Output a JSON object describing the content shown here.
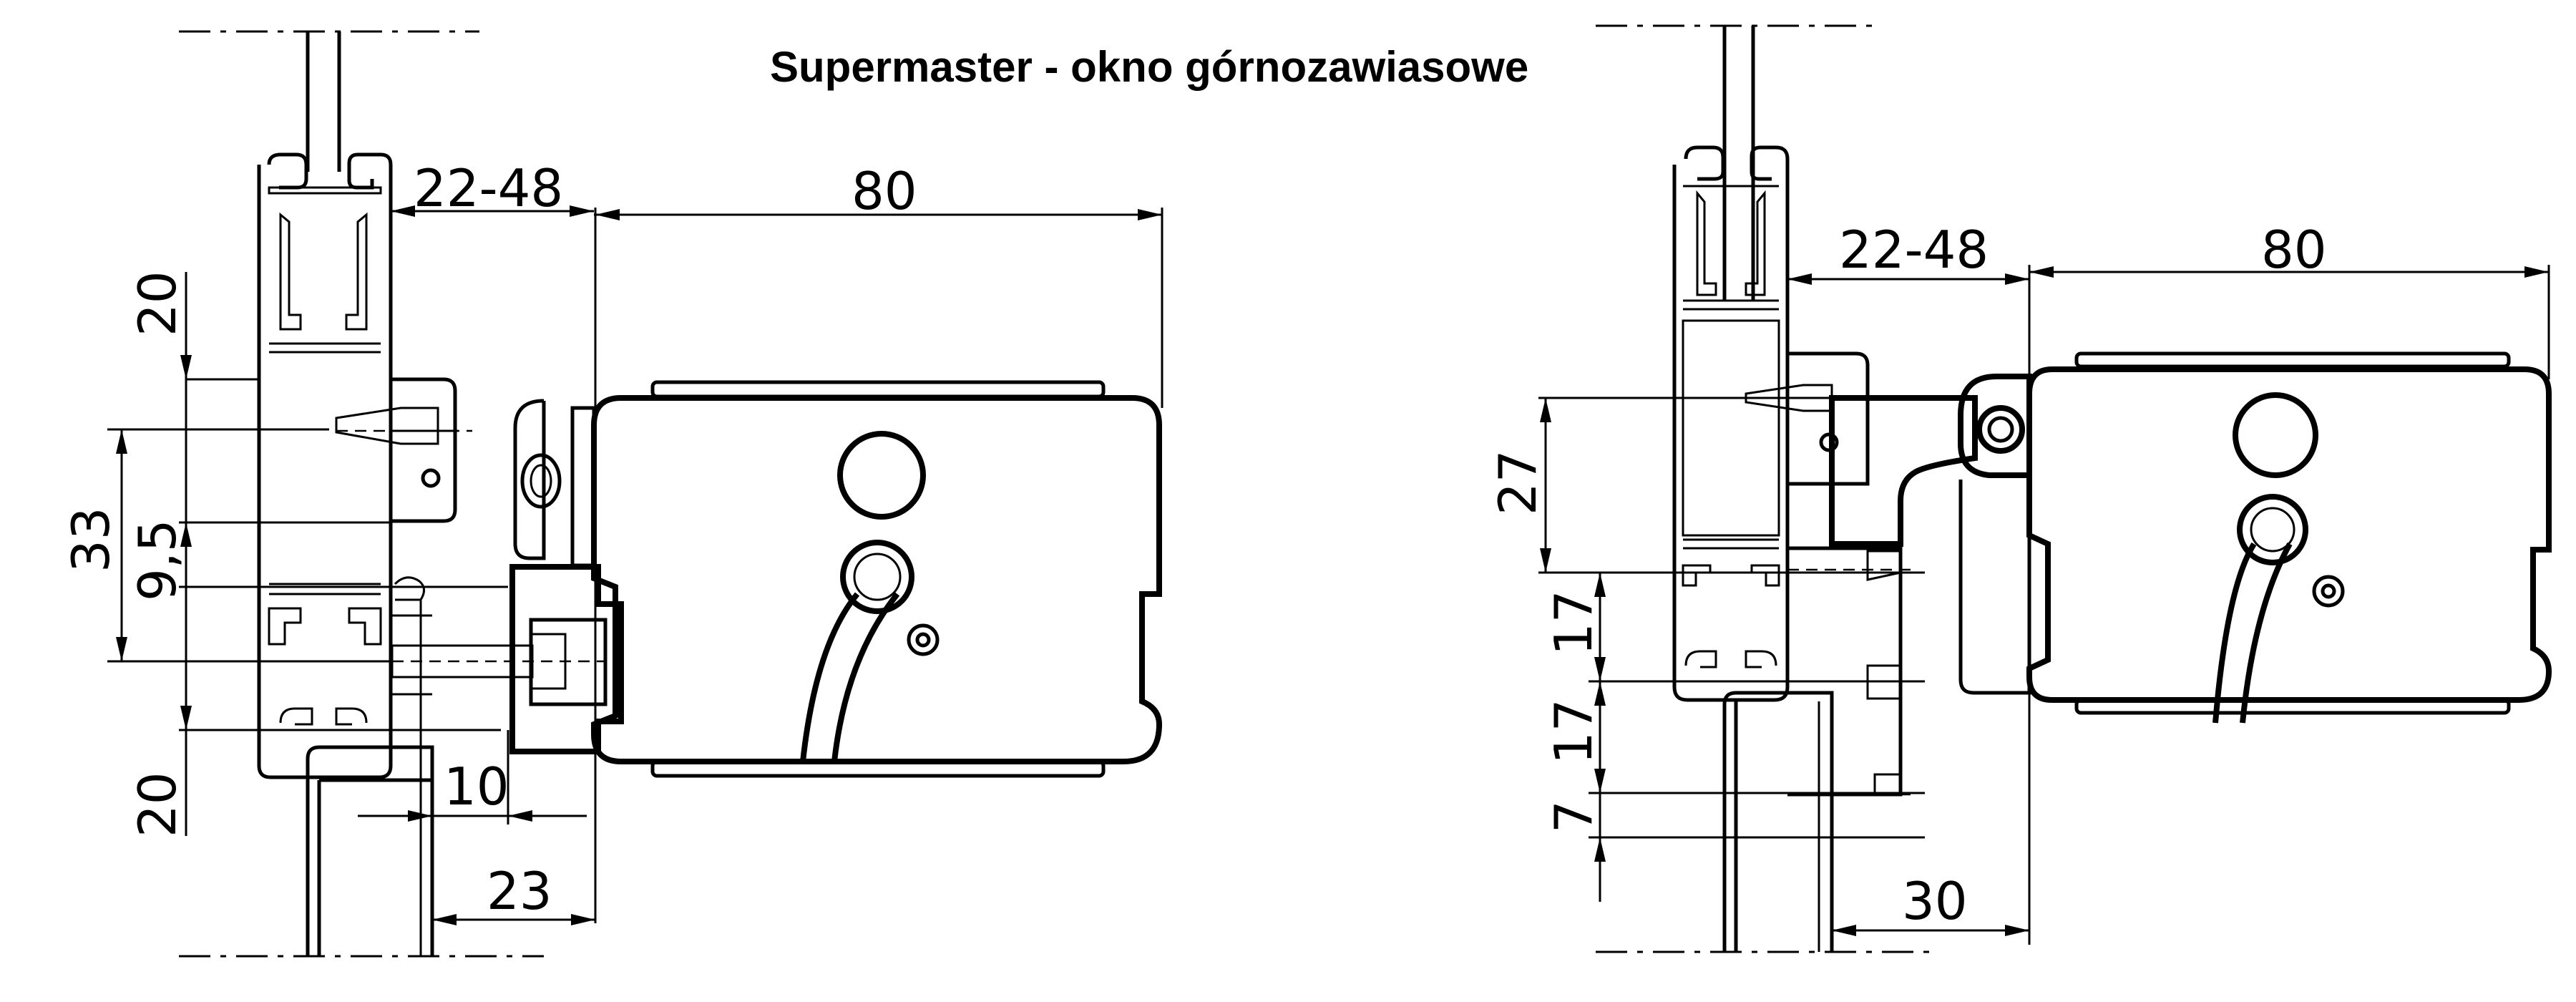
{
  "title": "Supermaster  - okno górnozawiasowe",
  "left_view": {
    "dim_top_left": "22-48",
    "dim_top_right": "80",
    "dim_v_top": "20",
    "dim_v_mid": "33",
    "dim_v_mid2": "9,5",
    "dim_v_bottom": "20",
    "dim_h_10": "10",
    "dim_h_23": "23"
  },
  "right_view": {
    "dim_top_left": "22-48",
    "dim_top_right": "80",
    "dim_v_27": "27",
    "dim_v_17a": "17",
    "dim_v_17b": "17",
    "dim_v_7": "7",
    "dim_h_30": "30"
  }
}
